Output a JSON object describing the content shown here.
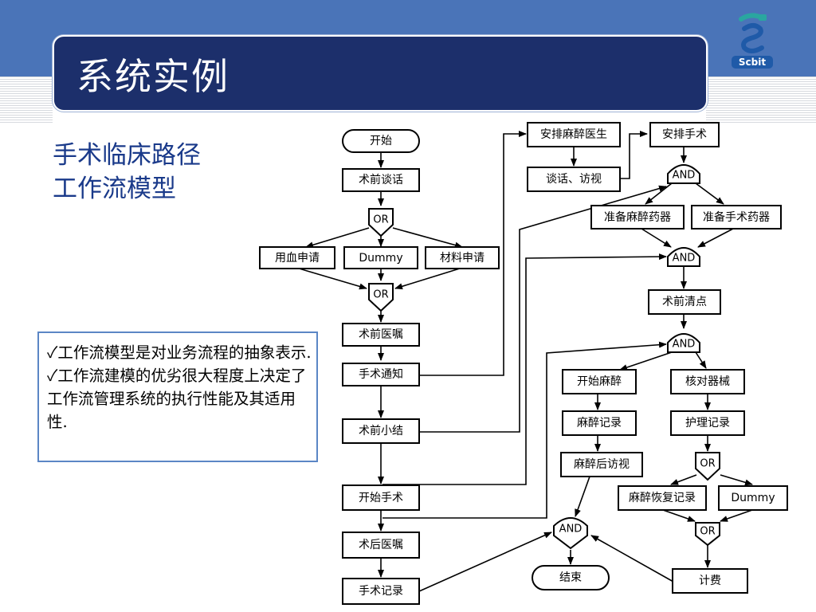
{
  "title": "系统实例",
  "logo_text": "Scbit",
  "subtitle": [
    "手术临床路径",
    "工作流模型"
  ],
  "notes": [
    "✓工作流模型是对业务流程的抽象表示.",
    "✓工作流建模的优劣很大程度上决定了工作流管理系统的执行性能及其适用性."
  ],
  "flowchart": {
    "nodes": {
      "start": "开始",
      "pre_talk": "术前谈话",
      "blood": "用血申请",
      "dummy1": "Dummy",
      "material": "材料申请",
      "pre_order": "术前医嘱",
      "notice": "手术通知",
      "pre_summary": "术前小结",
      "start_surgery": "开始手术",
      "post_order": "术后医嘱",
      "surgery_record": "手术记录",
      "arrange_anes": "安排麻醉医生",
      "talk_visit": "谈话、访视",
      "arrange_surgery": "安排手术",
      "prep_anes_drug": "准备麻醉药器",
      "prep_surg_drug": "准备手术药器",
      "pre_count": "术前清点",
      "start_anes": "开始麻醉",
      "check_instr": "核对器械",
      "anes_record": "麻醉记录",
      "nursing_record": "护理记录",
      "post_anes_visit": "麻醉后访视",
      "anes_recovery": "麻醉恢复记录",
      "dummy2": "Dummy",
      "billing": "计费",
      "end": "结束"
    },
    "gates": {
      "or1": "OR",
      "or2": "OR",
      "and1": "AND",
      "and2": "AND",
      "and3": "AND",
      "or3": "OR",
      "or4": "OR",
      "and4": "AND"
    }
  }
}
